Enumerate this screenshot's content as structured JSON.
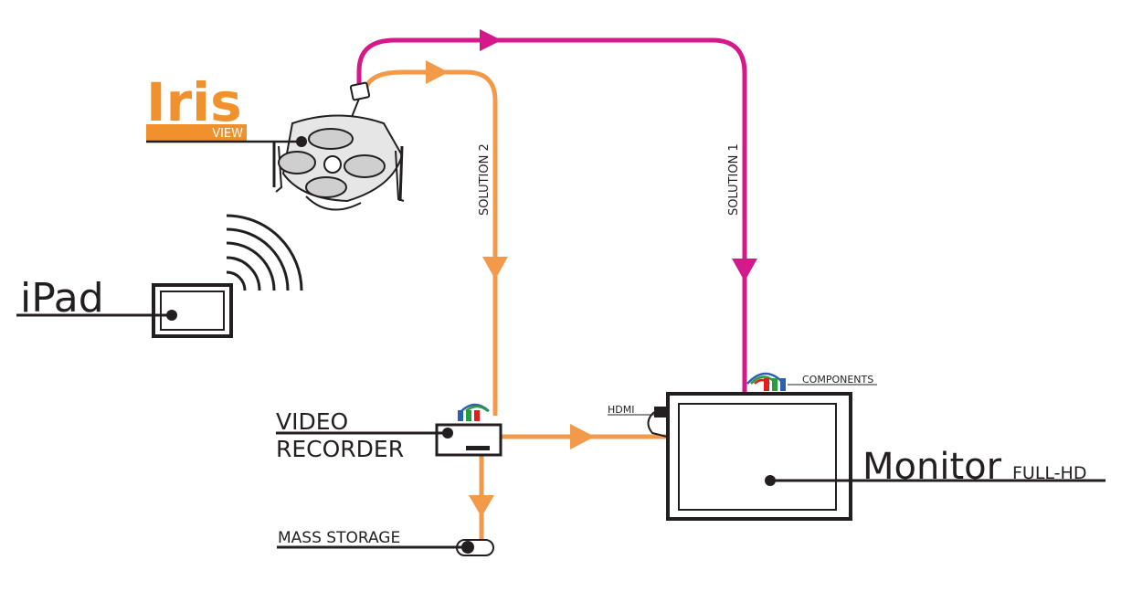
{
  "logo": {
    "brand": "Iris",
    "sub": "VIEW",
    "color": "#f0912e"
  },
  "labels": {
    "ipad": "iPad",
    "video_recorder_line1": "VIDEO",
    "video_recorder_line2": "RECORDER",
    "mass_storage": "MASS STORAGE",
    "monitor": "Monitor",
    "monitor_suffix": "FULL-HD",
    "hdmi": "HDMI",
    "components": "COMPONENTS",
    "solution1": "SOLUTION 1",
    "solution2": "SOLUTION 2"
  },
  "colors": {
    "solution1_path": "#d6198a",
    "solution2_path": "#f29a4a",
    "outline": "#231f20",
    "cable_red": "#e0201b",
    "cable_green": "#2a9c3e",
    "cable_blue": "#2d5fb0"
  },
  "icons": [
    "lamp-icon",
    "ipad-icon",
    "wifi-signal-icon",
    "video-recorder-icon",
    "mass-storage-icon",
    "monitor-icon",
    "component-cable-icon",
    "hdmi-connector-icon"
  ]
}
